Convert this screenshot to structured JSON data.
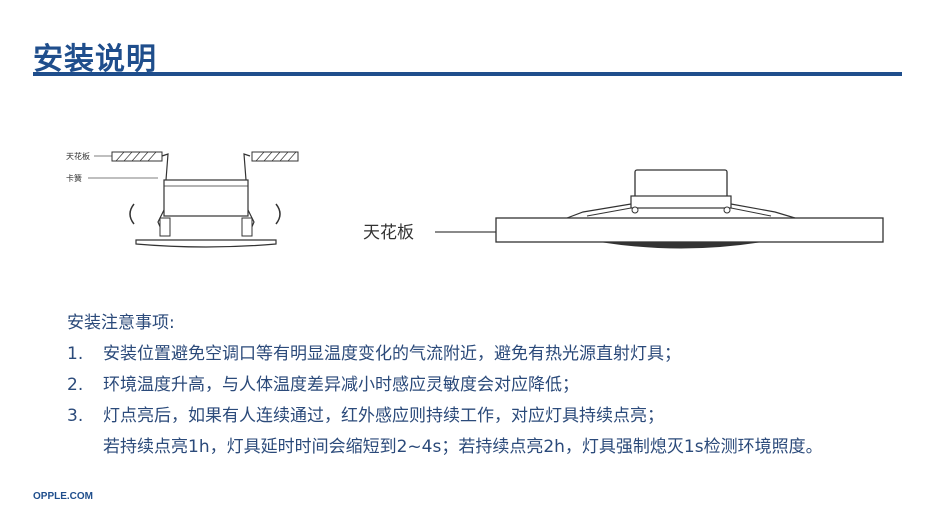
{
  "page": {
    "title": "安装说明",
    "footer": "OPPLE.COM"
  },
  "figures": {
    "small": {
      "label_ceiling": "天花板",
      "label_spring": "卡簧"
    },
    "large": {
      "label_ceiling": "天花板"
    }
  },
  "notes": {
    "heading": "安装注意事项:",
    "items": [
      {
        "num": "1.",
        "text": "安装位置避免空调口等有明显温度变化的气流附近，避免有热光源直射灯具；"
      },
      {
        "num": "2.",
        "text": "环境温度升高，与人体温度差异减小时感应灵敏度会对应降低；"
      },
      {
        "num": "3.",
        "text": "灯点亮后，如果有人连续通过，红外感应则持续工作，对应灯具持续点亮；"
      }
    ],
    "continuation": "若持续点亮1h，灯具延时时间会缩短到2~4s；若持续点亮2h，灯具强制熄灭1s检测环境照度。"
  }
}
